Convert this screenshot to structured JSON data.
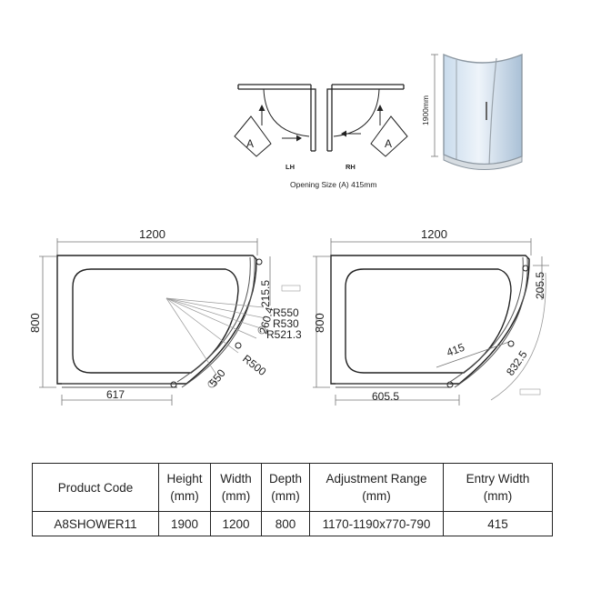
{
  "top_views": {
    "lh_label": "LH",
    "rh_label": "RH",
    "lh_opening_marker": "A",
    "rh_opening_marker": "A",
    "caption": "Opening Size (A) 415mm",
    "elevation_height": "1900mm"
  },
  "left_plan": {
    "width_dim": "1200",
    "depth_dim": "800",
    "bottom_dim": "617",
    "corner_dim": "215.5",
    "dims": [
      "260.4",
      "R550",
      "R530",
      "R521.3",
      "R500",
      "550"
    ]
  },
  "right_plan": {
    "width_dim": "1200",
    "depth_dim": "800",
    "bottom_dim": "605.5",
    "corner_dim": "205.5",
    "opening_dim": "415",
    "arc_dim": "832.5"
  },
  "spec_table": {
    "headers": {
      "product_code": "Product Code",
      "height": [
        "Height",
        "(mm)"
      ],
      "width": [
        "Width",
        "(mm)"
      ],
      "depth": [
        "Depth",
        "(mm)"
      ],
      "adjustment": [
        "Adjustment Range",
        "(mm)"
      ],
      "entry_width": [
        "Entry Width",
        "(mm)"
      ]
    },
    "row": {
      "product_code": "A8SHOWER11",
      "height": "1900",
      "width": "1200",
      "depth": "800",
      "adjustment": "1170-1190x770-790",
      "entry_width": "415"
    }
  },
  "colors": {
    "line": "#222222",
    "glass_light": "#e4eef8",
    "glass_mid": "#b9cde0",
    "frame_grey": "#9aa3ab",
    "dim_grey": "#777777"
  }
}
